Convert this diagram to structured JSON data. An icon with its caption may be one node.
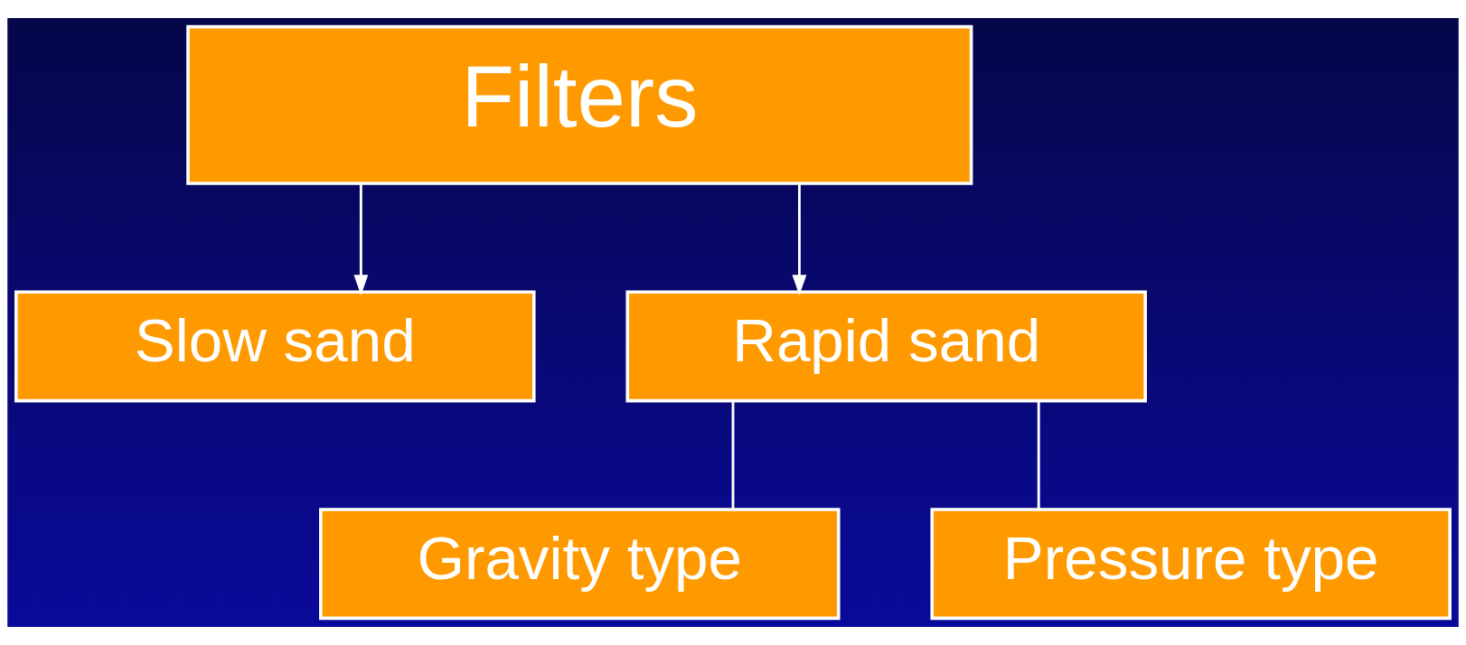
{
  "diagram": {
    "nodes": [
      {
        "text": [
          "Filters"
        ]
      },
      {
        "text": [
          "Slow sand"
        ]
      },
      {
        "text": [
          "Rapid sand"
        ]
      },
      {
        "text": [
          "Gravity type"
        ]
      },
      {
        "text": [
          "Pressure type"
        ]
      }
    ],
    "edges": [
      {
        "from": 0,
        "to": 1,
        "arrow": "to"
      },
      {
        "from": 0,
        "to": 2,
        "arrow": "to"
      },
      {
        "from": 2,
        "to": 3,
        "arrow": "none"
      },
      {
        "from": 2,
        "to": 4,
        "arrow": "none"
      }
    ]
  }
}
